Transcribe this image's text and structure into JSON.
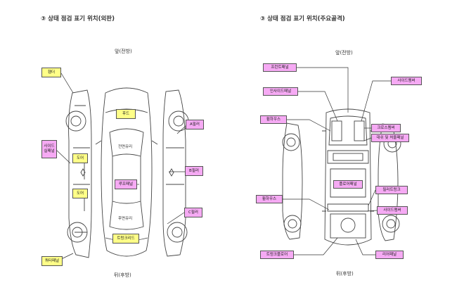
{
  "colors": {
    "yellow": "#ffff88",
    "pink": "#f6aaf4",
    "line": "#444444"
  },
  "left": {
    "title": "③  상태 점검 표기 위치(외판)",
    "front": "앞(전방)",
    "rear": "뒤(후방)",
    "labels": {
      "fender": "휀더",
      "side_sill": "사이드\n실패널",
      "door_front": "도어",
      "door_rear": "도어",
      "quarter": "쿼터패널",
      "hood": "후드",
      "roof": "루프패널",
      "trunk": "트렁크리드",
      "a_pillar": "A필러",
      "b_pillar": "B필러",
      "c_pillar": "C필러"
    },
    "text": {
      "front_glass": "전면유리",
      "rear_glass": "후면유리"
    }
  },
  "right": {
    "title": "③  상태 점검 표기 위치(주요골격)",
    "front": "앞(전방)",
    "rear": "뒤(후방)",
    "labels": {
      "front_panel": "프런트패널",
      "inside_panel": "인사이드패널",
      "side_member_front": "사이드멤버",
      "wheel_house_front": "휠하우스",
      "cross_member": "크로스멤버",
      "dash_floor": "대쉬 및 처울패널",
      "floor_panel": "플로어패널",
      "pillar_panel": "필러트렁크",
      "wheel_house_rear": "휠하우스",
      "side_member_rear": "사이드멤버",
      "trunk_floor": "트렁크플로어",
      "rear_panel": "리어패널"
    }
  }
}
